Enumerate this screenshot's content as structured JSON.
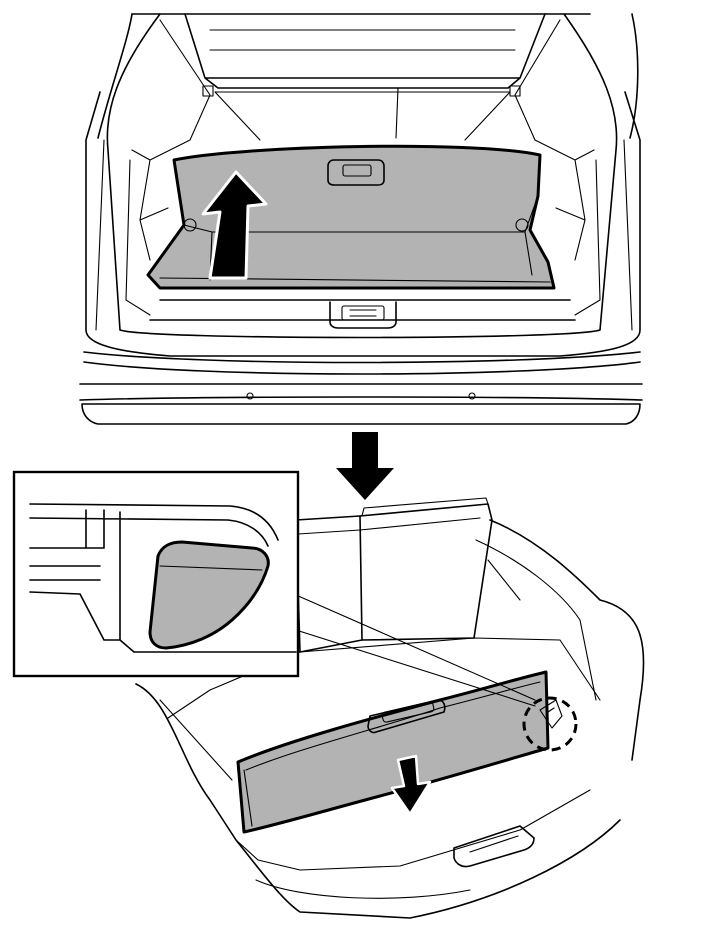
{
  "colors": {
    "line": "#000000",
    "panel_fill": "#b3b3b3",
    "background": "#ffffff"
  },
  "steps": [
    {
      "view": "rear-cargo-area-with-raised-tonneau-cover",
      "arrow": "up-arrow-icon"
    },
    {
      "view": "cargo-area-with-cover-stowed-behind-seats",
      "arrow": "down-arrow-icon"
    }
  ],
  "transition_arrow": "down-arrow-icon",
  "detail_callout": {
    "shape": "dashed-circle",
    "inset": "stowage-panel-detail"
  }
}
